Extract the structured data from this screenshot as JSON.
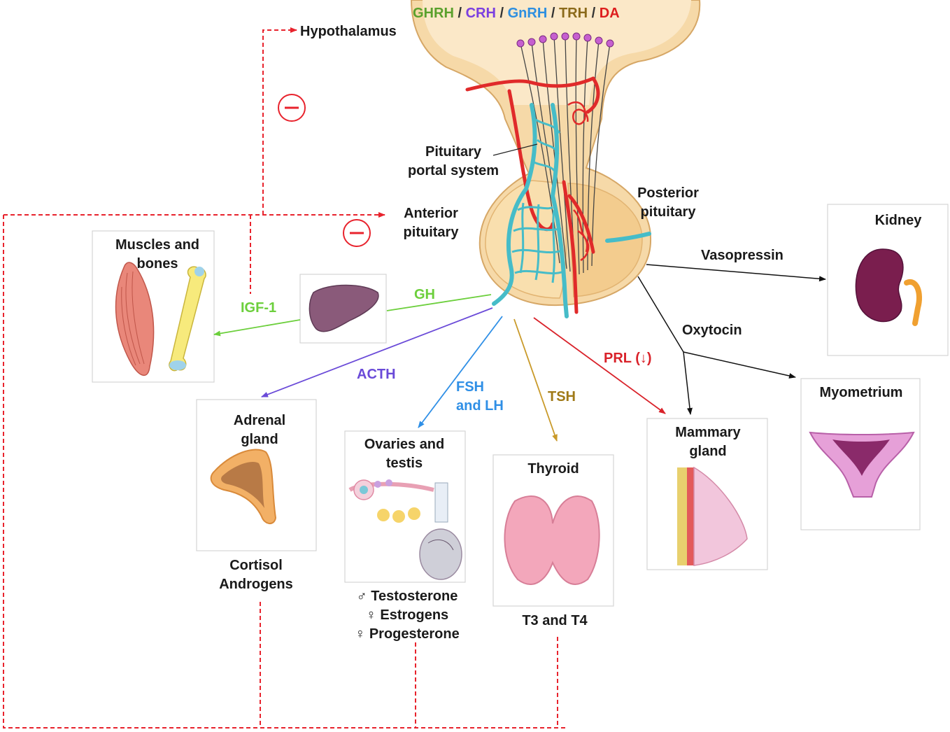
{
  "hormones_top": [
    {
      "text": "GHRH",
      "color": "#5aa02c"
    },
    {
      "text": "CRH",
      "color": "#7b3fe0"
    },
    {
      "text": "GnRH",
      "color": "#2e8fe0"
    },
    {
      "text": "TRH",
      "color": "#8b6a1a"
    },
    {
      "text": "DA",
      "color": "#dd1e1e"
    }
  ],
  "separator": "/",
  "labels": {
    "hypothalamus": "Hypothalamus",
    "portal_1": "Pituitary",
    "portal_2": "portal system",
    "anterior_1": "Anterior",
    "anterior_2": "pituitary",
    "posterior_1": "Posterior",
    "posterior_2": "pituitary"
  },
  "hormones": {
    "igf1": "IGF-1",
    "gh": "GH",
    "acth": "ACTH",
    "fsh_1": "FSH",
    "fsh_2": "and LH",
    "tsh": "TSH",
    "prl": "PRL (↓)",
    "vasopressin": "Vasopressin",
    "oxytocin": "Oxytocin"
  },
  "organs": {
    "muscles_1": "Muscles and",
    "muscles_2": "bones",
    "kidney": "Kidney",
    "adrenal_1": "Adrenal",
    "adrenal_2": "gland",
    "ovaries_1": "Ovaries and",
    "ovaries_2": "testis",
    "thyroid": "Thyroid",
    "mammary_1": "Mammary",
    "mammary_2": "gland",
    "myometrium": "Myometrium"
  },
  "outputs": {
    "cortisol": "Cortisol",
    "androgens": "Androgens",
    "testosterone": "♂ Testosterone",
    "estrogens": "♀ Estrogens",
    "progesterone": "♀ Progesterone",
    "t3t4": "T3 and T4"
  },
  "colors": {
    "feedback": "#e8232d",
    "gh": "#6ccf3c",
    "acth": "#6a4ad8",
    "fsh": "#2f8fe6",
    "tsh": "#c99a2a",
    "prl": "#d9222a",
    "posterior": "#111111",
    "vessel_red": "#e02a2a",
    "vessel_teal": "#46bcc8",
    "tissue": "#f6d9a8"
  }
}
